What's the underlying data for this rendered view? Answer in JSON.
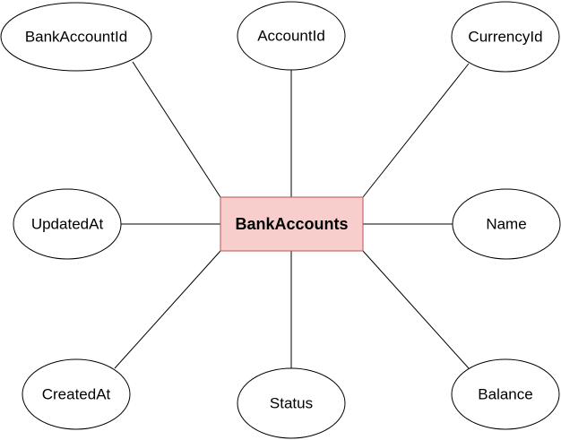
{
  "entity": {
    "name": "BankAccounts",
    "fill_color": "#f8cecc",
    "stroke_color": "#b85450"
  },
  "attributes": [
    {
      "id": "bank-account-id",
      "label": "BankAccountId"
    },
    {
      "id": "account-id",
      "label": "AccountId"
    },
    {
      "id": "currency-id",
      "label": "CurrencyId"
    },
    {
      "id": "updated-at",
      "label": "UpdatedAt"
    },
    {
      "id": "name",
      "label": "Name"
    },
    {
      "id": "created-at",
      "label": "CreatedAt"
    },
    {
      "id": "status",
      "label": "Status"
    },
    {
      "id": "balance",
      "label": "Balance"
    }
  ]
}
